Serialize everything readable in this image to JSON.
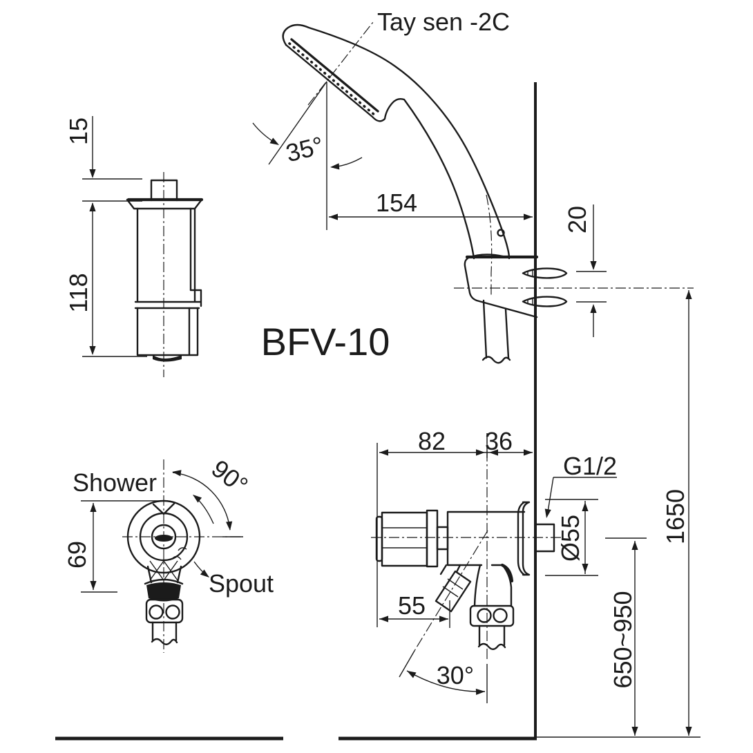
{
  "title": "BFV-10",
  "part_label": "Tay sen -2C",
  "labels": {
    "shower": "Shower",
    "spout": "Spout",
    "thread_size": "G1/2"
  },
  "dimensions": {
    "head_tilt_angle": "35°",
    "shower_reach": "154",
    "bracket_screw_spacing": "20",
    "cartridge_cap_height": "15",
    "cartridge_body_height": "118",
    "handle_swing_angle": "90°",
    "handle_height": "69",
    "valve_body_length": "82",
    "valve_wall_offset": "36",
    "flange_diameter": "Ø55",
    "spout_offset": "55",
    "spout_angle": "30°",
    "spout_height_range": "650~950",
    "bracket_height": "1650"
  },
  "colors": {
    "line": "#1b1b1b",
    "background": "#ffffff"
  }
}
